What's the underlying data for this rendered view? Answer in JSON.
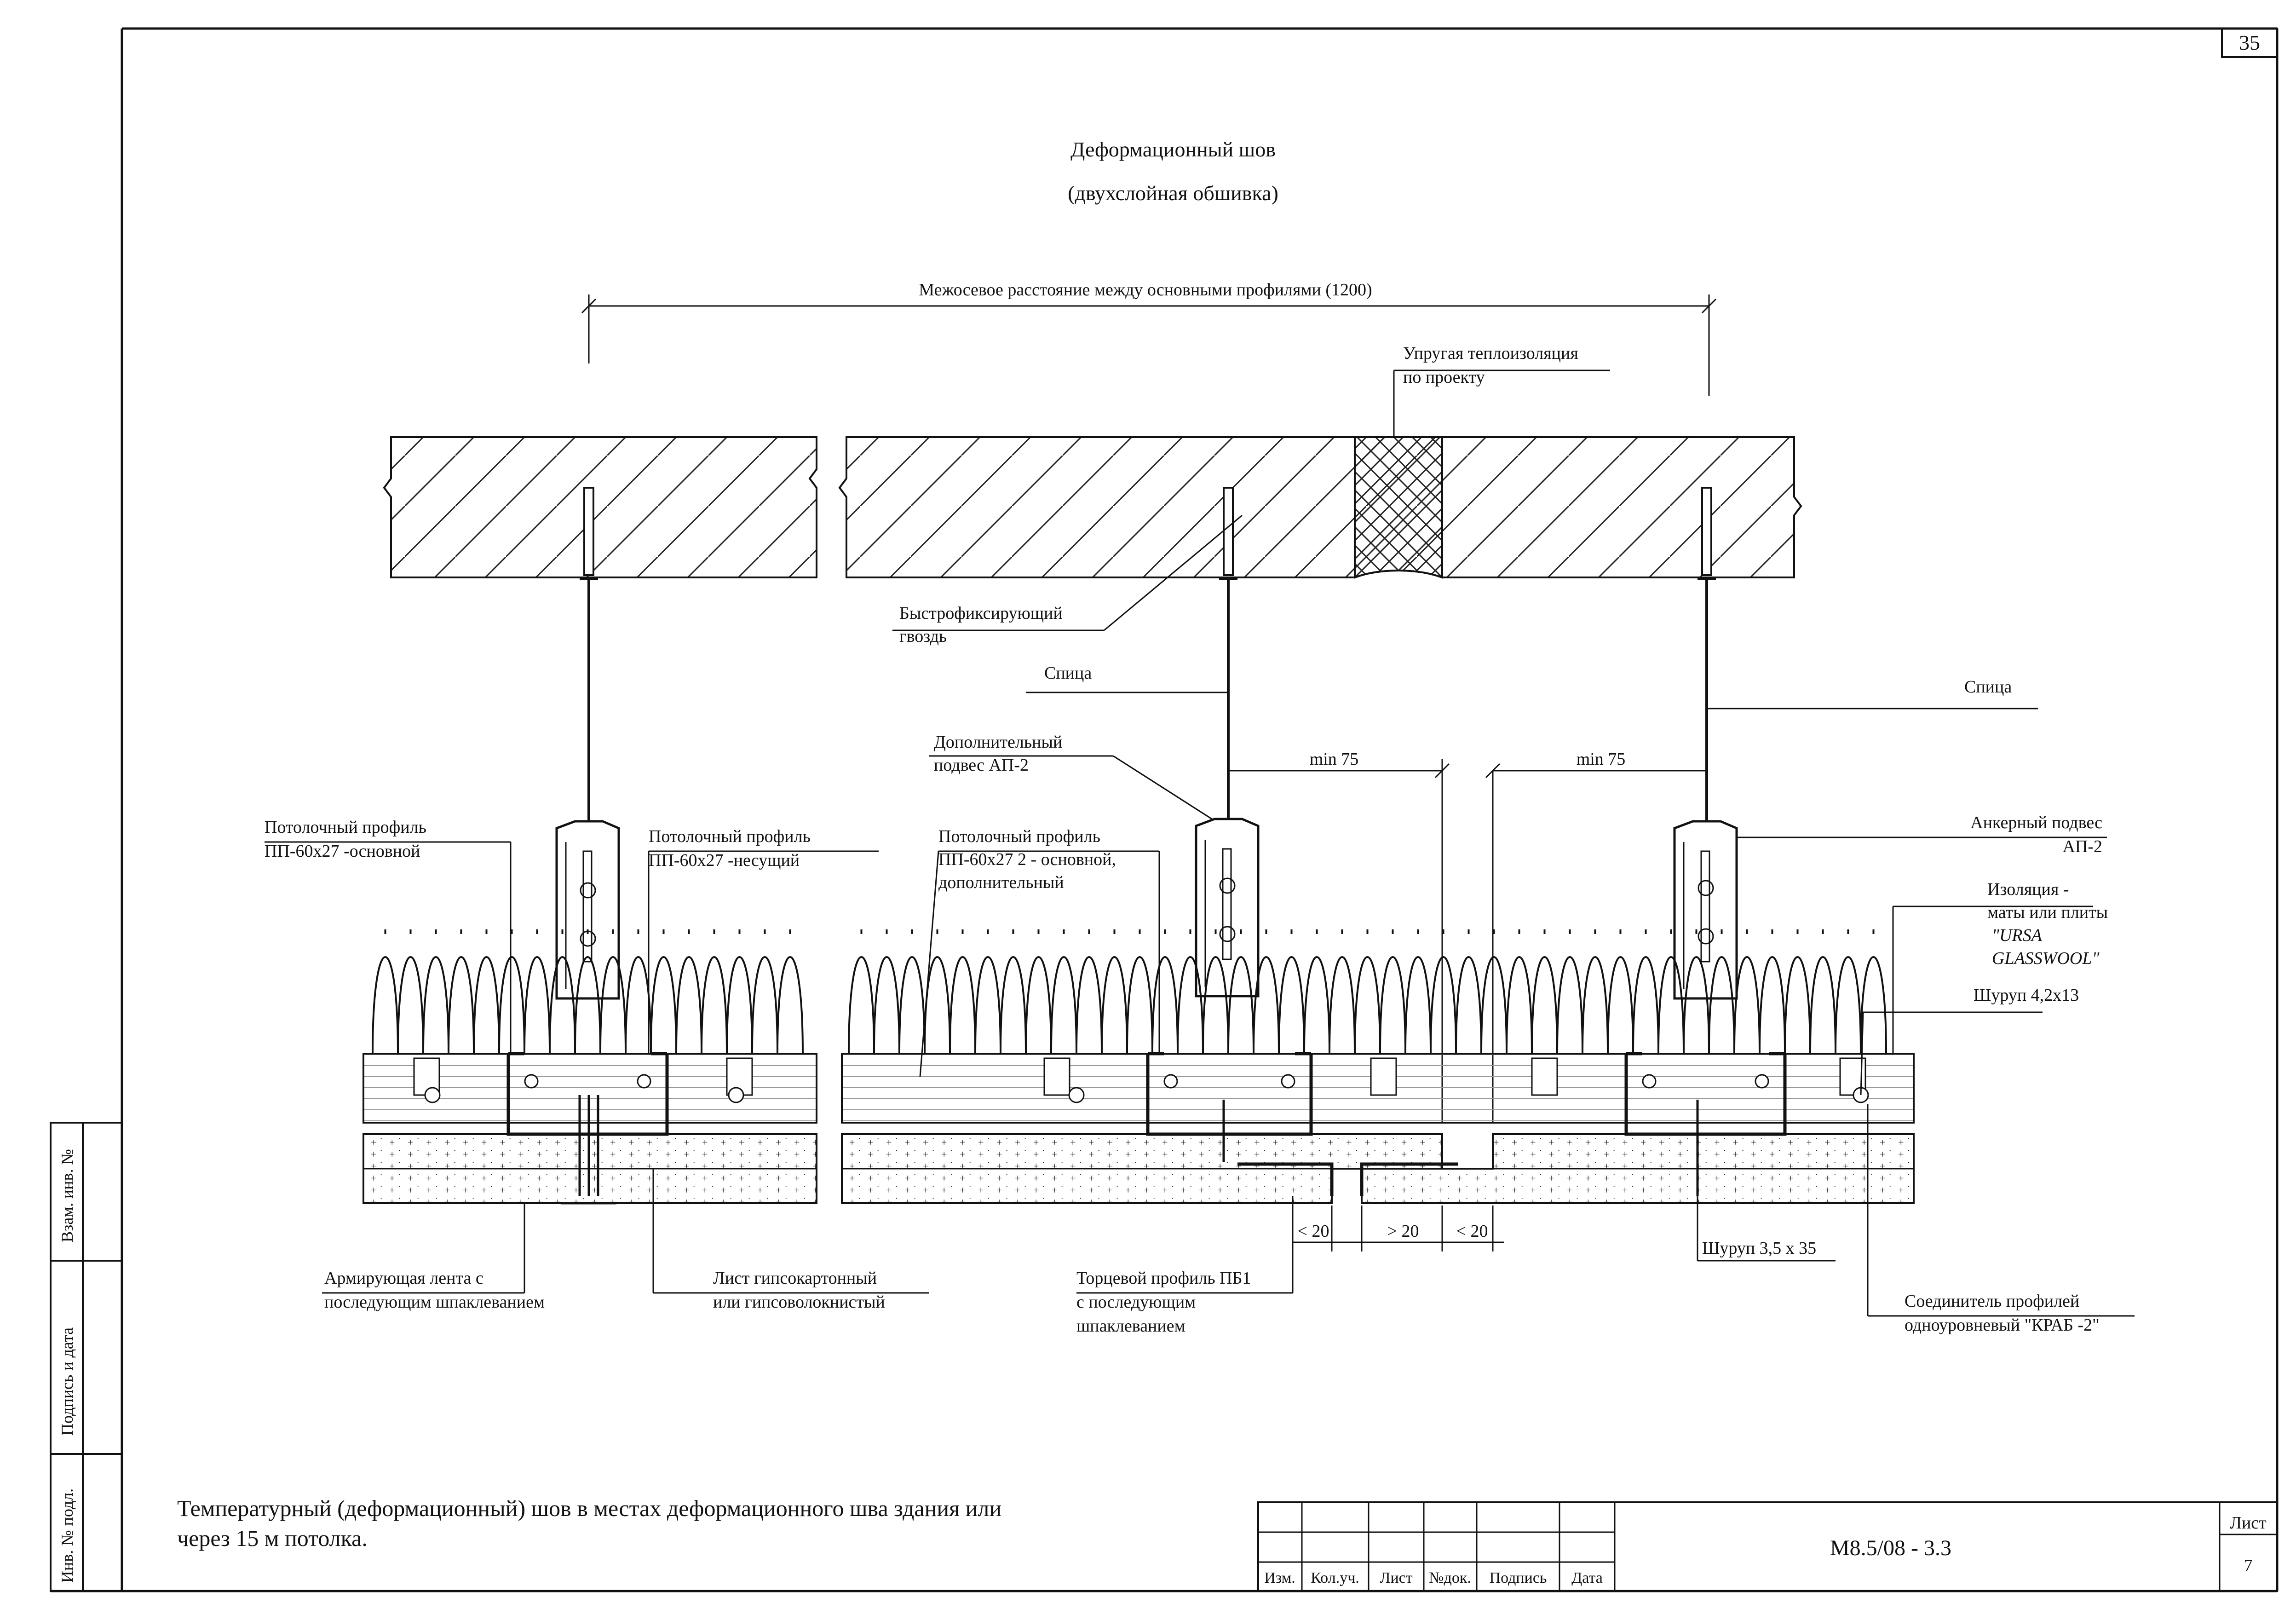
{
  "sheet_number": "35",
  "title": {
    "line1": "Деформационный шов",
    "line2": "(двухслойная обшивка)"
  },
  "dimensions": {
    "axis_spacing": "Межосевое расстояние между основными профилями (1200)",
    "min_left": "min 75",
    "min_right": "min 75",
    "gap_left": "< 20",
    "gap_mid": "> 20",
    "gap_right": "< 20"
  },
  "labels": {
    "insulation_top_1": "Упругая теплоизоляция",
    "insulation_top_2": "по проекту",
    "nail_1": "Быстрофиксирующий",
    "nail_2": "гвоздь",
    "rod_left": "Спица",
    "rod_right": "Спица",
    "extra_hanger_1": "Дополнительный",
    "extra_hanger_2": "подвес АП-2",
    "profile_main_1": "Потолочный профиль",
    "profile_main_2": "ПП-60х27 -основной",
    "profile_bearing_1": "Потолочный профиль",
    "profile_bearing_2": "ПП-60х27  -несущий",
    "profile_extra_1": "Потолочный профиль",
    "profile_extra_2": "ПП-60х27 2  - основной,",
    "profile_extra_3": "дополнительный",
    "anchor_1": "Анкерный подвес",
    "anchor_2": "АП-2",
    "isolation_1": "Изоляция -",
    "isolation_2": "маты или плиты",
    "isolation_3": "\"URSA",
    "isolation_4": "GLASSWOOL\"",
    "screw_top": "Шуруп 4,2х13",
    "tape_1": "Армирующая лента с",
    "tape_2": "последующим шпаклеванием",
    "sheet_1": "Лист гипсокартонный",
    "sheet_2": "или гипсоволокнистый",
    "end_profile_1": "Торцевой профиль ПБ1",
    "end_profile_2": "с последующим",
    "end_profile_3": "шпаклеванием",
    "screw_bottom": "Шуруп 3,5 х 35",
    "connector_1": "Соединитель профилей",
    "connector_2": "одноуровневый \"КРАБ -2\""
  },
  "note": {
    "line1": "Температурный (деформационный) шов  в местах  деформационного шва здания или",
    "line2": "через 15 м потолка."
  },
  "side_stamp": {
    "field1": "Взам. инв. №",
    "field2": "Подпись и дата",
    "field3": "Инв. № подл."
  },
  "title_block": {
    "columns": [
      "Изм.",
      "Кол.уч.",
      "Лист",
      "№док.",
      "Подпись",
      "Дата"
    ],
    "document_code": "М8.5/08 - 3.3",
    "sheet_label": "Лист",
    "sheet_value": "7"
  }
}
